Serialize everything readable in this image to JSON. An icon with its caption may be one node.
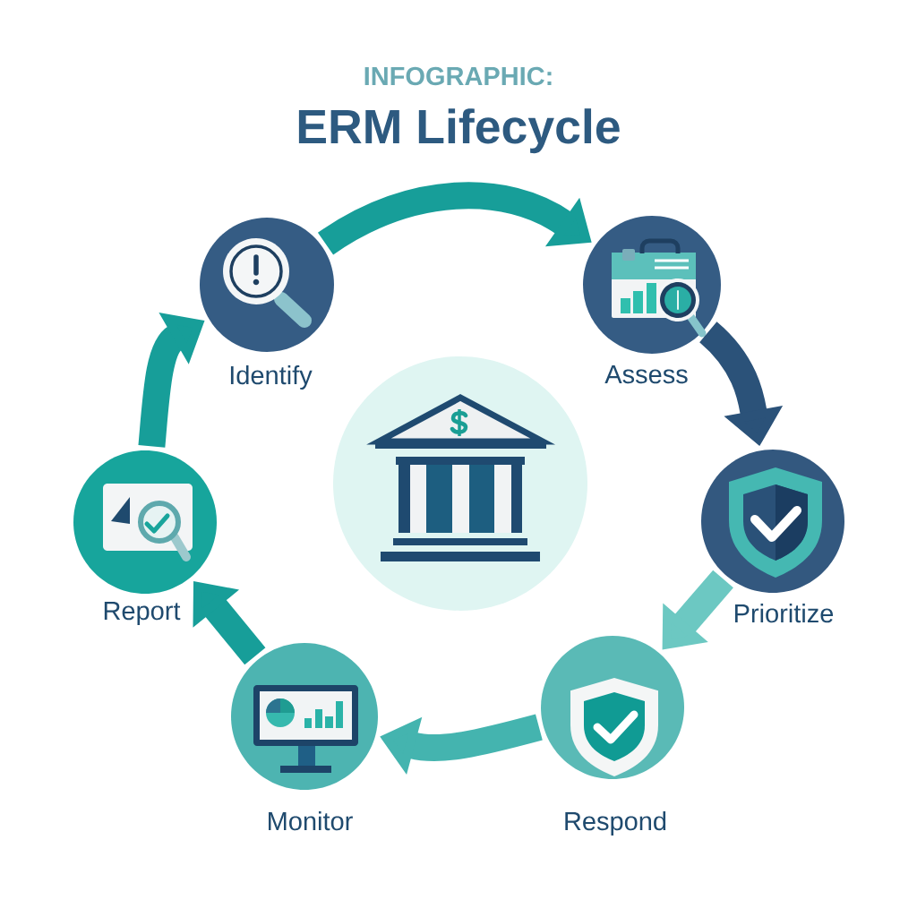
{
  "diagram": {
    "title": "ERM Lifecycle",
    "nodes": [
      {
        "text": [
          "Identify"
        ]
      },
      {
        "text": [
          "Assess"
        ]
      },
      {
        "text": [
          "Prioritize"
        ]
      },
      {
        "text": [
          "Respond"
        ]
      },
      {
        "text": [
          "Monitor"
        ]
      },
      {
        "text": [
          "Report"
        ]
      },
      {
        "text": [],
        "shape": "circle"
      }
    ],
    "edges": [
      {
        "from": 0,
        "to": 1,
        "arrow": "to"
      },
      {
        "from": 1,
        "to": 2,
        "arrow": "to",
        "color": "#2b5279"
      },
      {
        "from": 2,
        "to": 3,
        "arrow": "to",
        "color": "#6cc8c2"
      },
      {
        "from": 3,
        "to": 4,
        "arrow": "to",
        "color": "#44b4af"
      },
      {
        "from": 4,
        "to": 5,
        "arrow": "to"
      },
      {
        "from": 5,
        "to": 0,
        "arrow": "to"
      }
    ],
    "labels": [
      "INFOGRAPHIC:"
    ]
  }
}
